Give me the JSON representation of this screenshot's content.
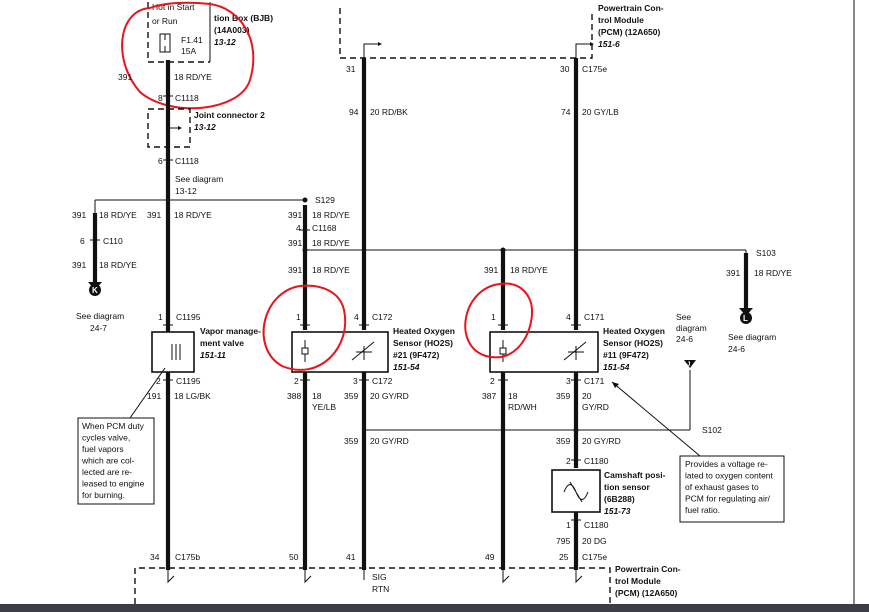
{
  "top_left": {
    "partial_line1": "Hot in Start",
    "partial_line2": "or Run",
    "fuse_label": "F1.41",
    "fuse_amp": "15A",
    "box_title": "tion Box (BJB)",
    "box_part": "(14A003)",
    "box_ref": "13-12"
  },
  "top_right": {
    "pcm_partial": "Powertrain Con-",
    "pcm_line2": "trol Module",
    "pcm_line3": "(PCM) (12A650)",
    "pcm_ref": "151-6"
  },
  "wires_top": {
    "w391": "391",
    "w391_color": "18 RD/YE",
    "c8": "8",
    "c1118_a": "C1118",
    "joint_title": "Joint connector 2",
    "joint_ref": "13-12",
    "c6": "6",
    "c1118_b": "C1118",
    "see_diagram": "See diagram",
    "see_ref": "13-12",
    "p31": "31",
    "p94": "94",
    "w94_color": "20 RD/BK",
    "p30": "30",
    "c175e": "C175e",
    "p74": "74",
    "w74_color": "20 GY/LB"
  },
  "middle": {
    "s129": "S129",
    "n391a": "391",
    "c_rdye_a": "18 RD/YE",
    "n391b": "391",
    "c_rdye_b": "18 RD/YE",
    "n391c": "391",
    "c_rdye_c": "18 RD/YE",
    "n4": "4",
    "c1168": "C1168",
    "n391d": "391",
    "c_rdye_d": "18 RD/YE",
    "n6": "6",
    "c110": "C110",
    "n391e": "391",
    "c_rdye_e": "18 RD/YE",
    "k_label": "K",
    "see_k": "See diagram",
    "see_k_ref": "24-7",
    "n391f": "391",
    "c_rdye_f": "18 RD/YE",
    "s103": "S103",
    "n391g": "391",
    "c_rdye_g": "18 RD/YE",
    "n391h": "391",
    "c_rdye_h": "18 RD/YE",
    "l_label": "L",
    "see_l": "See diagram",
    "see_l_ref": "24-6",
    "j_label": "J",
    "see_j": "See",
    "see_j2": "diagram",
    "see_j_ref": "24-6"
  },
  "vapor_valve": {
    "pin1": "1",
    "c1195a": "C1195",
    "title1": "Vapor manage-",
    "title2": "ment valve",
    "ref": "151-11",
    "pin2": "2",
    "c1195b": "C1195",
    "w191": "191",
    "w191_color": "18 LG/BK",
    "note": [
      "When PCM duty",
      "cycles valve,",
      "fuel vapors",
      "which are col-",
      "lected are re-",
      "leased to engine",
      "for burning."
    ]
  },
  "ho2s_21": {
    "pin1": "1",
    "pin4": "4",
    "c172a": "C172",
    "title1": "Heated Oxygen",
    "title2": "Sensor (HO2S)",
    "title3": "#21 (9F472)",
    "ref": "151-54",
    "pin2": "2",
    "pin3": "3",
    "c172b": "C172",
    "w388": "388",
    "w388_g": "18",
    "w388_c": "YE/LB",
    "w359": "359",
    "w359_c": "20 GY/RD",
    "w359b": "359",
    "w359b_c": "20 GY/RD"
  },
  "ho2s_11": {
    "pin1": "1",
    "pin4": "4",
    "c171a": "C171",
    "title1": "Heated Oxygen",
    "title2": "Sensor (HO2S)",
    "title3": "#11 (9F472)",
    "ref": "151-54",
    "pin2": "2",
    "pin3": "3",
    "c171b": "C171",
    "w387": "387",
    "w387_g": "18",
    "w387_c": "RD/WH",
    "w359": "359",
    "w359_g": "20",
    "w359_c": "GY/RD",
    "s102": "S102",
    "note": [
      "Provides a voltage re-",
      "lated to oxygen content",
      "of exhaust gases to",
      "PCM for regulating air/",
      "fuel ratio."
    ]
  },
  "cam": {
    "w359": "359",
    "w359_c": "20 GY/RD",
    "pin2": "2",
    "c1180a": "C1180",
    "title1": "Camshaft posi-",
    "title2": "tion sensor",
    "title3": "(6B288)",
    "ref": "151-73",
    "pin1": "1",
    "c1180b": "C1180",
    "w795": "795",
    "w795_c": "20 DG"
  },
  "bottom": {
    "p34": "34",
    "c175b": "C175b",
    "p50": "50",
    "p41": "41",
    "p49": "49",
    "p25": "25",
    "c175e": "C175e",
    "sig": "SIG",
    "rtn": "RTN",
    "pcm1": "Powertrain Con-",
    "pcm2": "trol Module",
    "pcm3": "(PCM) (12A650)"
  }
}
